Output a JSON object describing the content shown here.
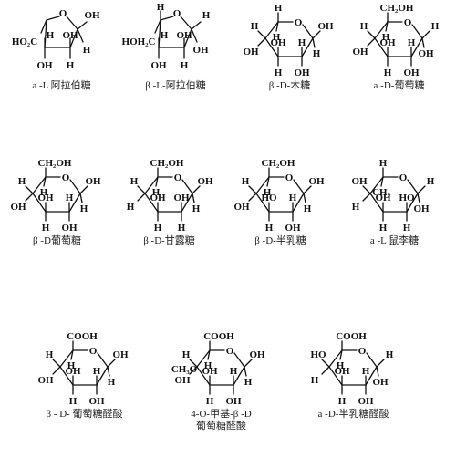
{
  "structures": [
    {
      "id": "a-l-arabinose",
      "caption": "a -L  阿拉伯糖",
      "labels": {
        "top": "",
        "ringO": "O",
        "tl_sub": "HO₂C",
        "tl_h": "",
        "c1": "OH",
        "c1h": "H",
        "c2a": "OH",
        "c2b": "H",
        "c3a": "H",
        "c3b": "OH",
        "c4a": "",
        "c4b": ""
      },
      "ring": "furanose-left"
    },
    {
      "id": "b-l-arabinose",
      "caption": "β -L-阿拉伯糖",
      "labels": {
        "top": "",
        "ringO": "O",
        "tl_sub": "HOH₂C",
        "tl_h": "H",
        "c1": "H",
        "c1h": "OH",
        "c2a": "OH",
        "c2b": "H",
        "c3a": "H",
        "c3b": "OH",
        "c4a": "",
        "c4b": ""
      },
      "ring": "furanose-left"
    },
    {
      "id": "b-d-xylose",
      "caption": "β -D-木糖",
      "labels": {
        "top": "H",
        "ringO": "O",
        "c1": "OH",
        "c1h": "H",
        "c2a": "H",
        "c2b": "OH",
        "c3a": "OH",
        "c3b": "H",
        "c4a": "H",
        "c4b": "OH",
        "c5a": "H",
        "c5b": ""
      },
      "ring": "pyranose"
    },
    {
      "id": "a-d-glucose",
      "caption": "a -D-葡萄糖",
      "labels": {
        "top": "CH₂OH",
        "ringO": "O",
        "c1": "H",
        "c1h": "OH",
        "c2a": "H",
        "c2b": "OH",
        "c3a": "OH",
        "c3b": "H",
        "c4a": "H",
        "c4b": "OH",
        "c5a": "H",
        "c5b": ""
      },
      "ring": "pyranose"
    },
    {
      "id": "b-d-glucose",
      "caption": "β -D葡萄糖",
      "labels": {
        "top": "CH₂OH",
        "ringO": "O",
        "c1": "OH",
        "c1h": "H",
        "c2a": "H",
        "c2b": "OH",
        "c3a": "OH",
        "c3b": "H",
        "c4a": "H",
        "c4b": "OH",
        "c5a": "H",
        "c5b": ""
      },
      "ring": "pyranose"
    },
    {
      "id": "b-d-mannose",
      "caption": "β -D-甘露糖",
      "labels": {
        "top": "CH₂OH",
        "ringO": "O",
        "c1": "OH",
        "c1h": "H",
        "c2a": "OH",
        "c2b": "H",
        "c3a": "OH",
        "c3b": "H",
        "c4a": "H",
        "c4b": "H",
        "c5a": "H",
        "c5b": ""
      },
      "ring": "pyranose"
    },
    {
      "id": "b-d-galactose",
      "caption": "β -D-半乳糖",
      "labels": {
        "top": "CH₂OH",
        "ringO": "O",
        "c1": "OH",
        "c1h": "H",
        "c2a": "H",
        "c2b": "OH",
        "c3a": "HO",
        "c3b": "H",
        "c4a": "H",
        "c4b": "OH",
        "c5a": "H",
        "c5b": ""
      },
      "ring": "pyranose"
    },
    {
      "id": "a-l-rhamnose",
      "caption": "a -L   鼠李糖",
      "labels": {
        "top": "H",
        "ringO": "O",
        "c1": "H",
        "c1h": "OH",
        "c2a": "HO",
        "c2b": "H",
        "c3a": "OH",
        "c3b": "H",
        "c4a": "OH",
        "c4b": "H",
        "c5a": "CH₃",
        "c5b": ""
      },
      "ring": "pyranose"
    },
    {
      "id": "b-d-glucuronic-acid",
      "caption": "β -  D- 葡萄糖醛酸",
      "labels": {
        "top": "COOH",
        "ringO": "O",
        "c1": "OH",
        "c1h": "H",
        "c2a": "H",
        "c2b": "OH",
        "c3a": "OH",
        "c3b": "H",
        "c4a": "H",
        "c4b": "OH",
        "c5a": "H",
        "c5b": ""
      },
      "ring": "pyranose"
    },
    {
      "id": "4-o-methyl-glucuronic-acid",
      "caption": "4-O-甲基-β -D\n葡萄糖醛酸",
      "labels": {
        "top": "COOH",
        "ringO": "O",
        "c1": "OH",
        "c1h": "H",
        "c2a": "H",
        "c2b": "OH",
        "c3a": "OH",
        "c3b": "H",
        "c4a": "H",
        "c4b": "OH",
        "c5a": "H",
        "c5b": "CH₃O"
      },
      "ring": "pyranose"
    },
    {
      "id": "a-d-galacturonic-acid",
      "caption": "a -D-半乳糖醛酸",
      "labels": {
        "top": "COOH",
        "ringO": "O",
        "c1": "H",
        "c1h": "OH",
        "c2a": "H",
        "c2b": "OH",
        "c3a": "OH",
        "c3b": "H",
        "c4a": "HO",
        "c4b": "H",
        "c5a": "H",
        "c5b": ""
      },
      "ring": "pyranose"
    }
  ]
}
